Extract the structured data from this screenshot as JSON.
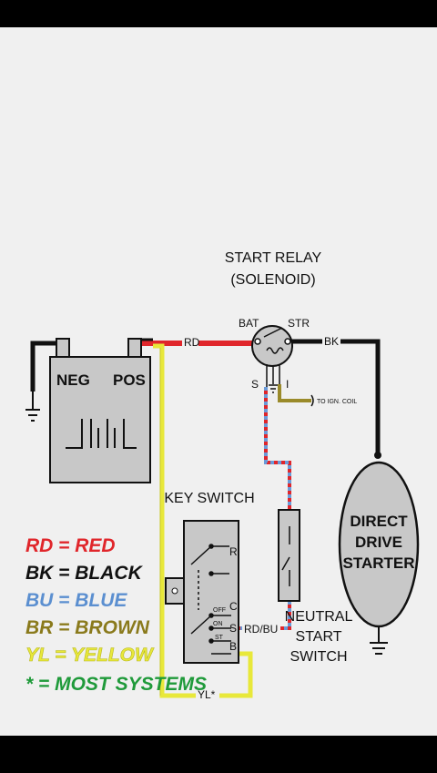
{
  "diagram": {
    "start_relay_title_1": "START RELAY",
    "start_relay_title_2": "(SOLENOID)",
    "bat_label": "BAT",
    "str_label": "STR",
    "s_label": "S",
    "i_label": "I",
    "ign_coil_label": "TO IGN. COIL",
    "rd_wire_label": "RD",
    "bk_wire_label": "BK",
    "neg_label": "NEG",
    "pos_label": "POS",
    "key_switch_title": "KEY SWITCH",
    "ks_r": "R",
    "ks_c": "C",
    "ks_off": "OFF",
    "ks_on": "ON",
    "ks_st": "ST",
    "ks_s": "S",
    "ks_b": "B",
    "rdbu_label": "RD/BU",
    "yl_label": "YL*",
    "starter_1": "DIRECT",
    "starter_2": "DRIVE",
    "starter_3": "STARTER",
    "nss_1": "NEUTRAL",
    "nss_2": "START",
    "nss_3": "SWITCH"
  },
  "legend": [
    {
      "text": "RD = RED",
      "color": "#e0262b"
    },
    {
      "text": "BK = BLACK",
      "color": "#111111"
    },
    {
      "text": "BU = BLUE",
      "color": "#5b8fd0"
    },
    {
      "text": "BR = BROWN",
      "color": "#8a7a1c"
    },
    {
      "text": "YL = YELLOW",
      "color": "#e8e83a"
    },
    {
      "text": "* = MOST SYSTEMS",
      "color": "#1f9a3a"
    }
  ],
  "colors": {
    "red_wire": "#e0262b",
    "black_wire": "#111111",
    "yellow_wire": "#e8e83a",
    "brown_wire": "#9a8a2a",
    "blue_wire": "#6a9ad8",
    "component_fill": "#c8c8c8"
  }
}
